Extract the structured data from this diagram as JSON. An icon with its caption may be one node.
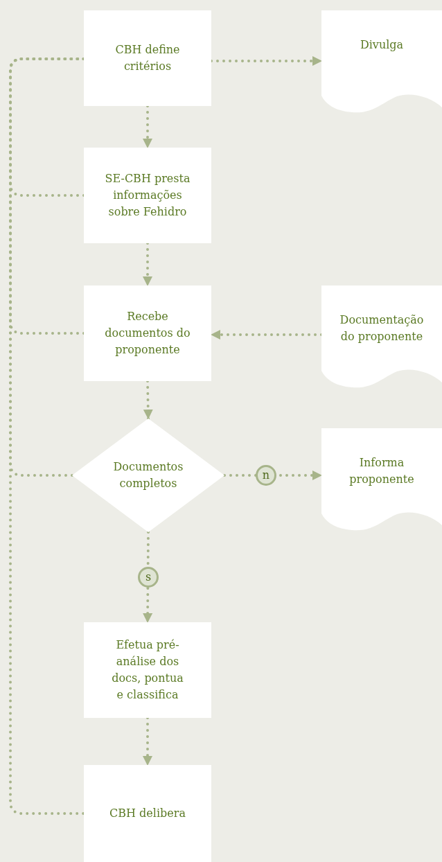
{
  "diagram": {
    "nodes": [
      {
        "text": [
          "CBH define critérios"
        ]
      },
      {
        "text": [
          "Divulga"
        ]
      },
      {
        "text": [
          "SE-CBH presta informações sobre Fehidro"
        ]
      },
      {
        "text": [
          "Recebe documentos do proponente"
        ]
      },
      {
        "text": [
          "Documentação do proponente"
        ]
      },
      {
        "text": [
          "Documentos completos"
        ]
      },
      {
        "text": [
          "Informa proponente"
        ]
      },
      {
        "text": [
          "Efetua pré-análise dos docs, pontua e classifica"
        ]
      },
      {
        "text": [
          "CBH delibera"
        ]
      }
    ],
    "edges": [
      {
        "from": 0,
        "to": 1,
        "arrow": "to"
      },
      {
        "from": 0,
        "to": 2,
        "arrow": "to"
      },
      {
        "from": 2,
        "to": 3,
        "arrow": "to"
      },
      {
        "from": 4,
        "to": 3,
        "arrow": "to"
      },
      {
        "from": 3,
        "to": 5,
        "arrow": "to"
      },
      {
        "from": 5,
        "to": 6,
        "arrow": "to",
        "label": "n"
      },
      {
        "from": 5,
        "to": 7,
        "arrow": "to",
        "label": "s"
      },
      {
        "from": 7,
        "to": 8,
        "arrow": "to"
      },
      {
        "from": 0,
        "to": 8,
        "arrow": "none"
      },
      {
        "from": 2,
        "to": 0,
        "arrow": "none"
      },
      {
        "from": 3,
        "to": 0,
        "arrow": "none"
      },
      {
        "from": 5,
        "to": 0,
        "arrow": "none"
      }
    ]
  }
}
